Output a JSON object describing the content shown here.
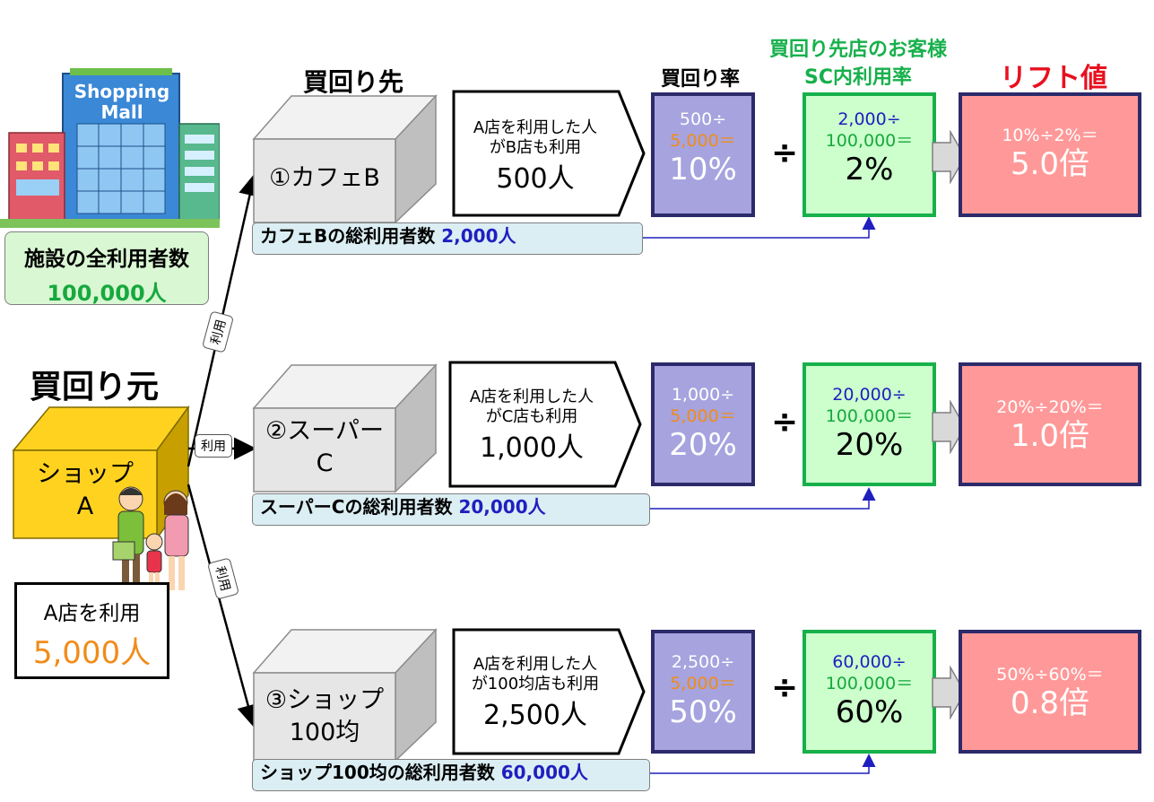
{
  "headers": {
    "destination": "買回り先",
    "buy_rate": "買回り率",
    "sc_rate_line1": "買回り先店のお客様",
    "sc_rate_line2": "SC内利用率",
    "lift": "リフト値",
    "origin": "買回り元"
  },
  "mall": {
    "sign_line1": "Shopping",
    "sign_line2": "Mall",
    "total_label": "施設の全利用者数",
    "total_value": "100,000人"
  },
  "origin_shop": {
    "label_line1": "ショップ",
    "label_line2": "A",
    "users_label": "A店を利用",
    "users_value": "5,000人"
  },
  "use_label": "利用",
  "rows": [
    {
      "dest_line1": "①カフェB",
      "dest_line2": "",
      "cross_line1": "A店を利用した人",
      "cross_line2": "がB店も利用",
      "cross_value": "500人",
      "total_label": "カフェBの総利用者数 ",
      "total_value": "2,000人",
      "rate_num": "500÷",
      "rate_den": "5,000＝",
      "rate_result": "10%",
      "sc_num": "2,000÷",
      "sc_den": "100,000＝",
      "sc_result": "2%",
      "lift_formula": "10%÷2%＝",
      "lift_result": "5.0倍"
    },
    {
      "dest_line1": "②スーパー",
      "dest_line2": "C",
      "cross_line1": "A店を利用した人",
      "cross_line2": "がC店も利用",
      "cross_value": "1,000人",
      "total_label": "スーパーCの総利用者数 ",
      "total_value": "20,000人",
      "rate_num": "1,000÷",
      "rate_den": "5,000＝",
      "rate_result": "20%",
      "sc_num": "20,000÷",
      "sc_den": "100,000＝",
      "sc_result": "20%",
      "lift_formula": "20%÷20%＝",
      "lift_result": "1.0倍"
    },
    {
      "dest_line1": "③ショップ",
      "dest_line2": "100均",
      "cross_line1": "A店を利用した人",
      "cross_line2": "が100均店も利用",
      "cross_value": "2,500人",
      "total_label": "ショップ100均の総利用者数 ",
      "total_value": "60,000人",
      "rate_num": "2,500÷",
      "rate_den": "5,000＝",
      "rate_result": "50%",
      "sc_num": "60,000÷",
      "sc_den": "100,000＝",
      "sc_result": "60%",
      "lift_formula": "50%÷60%＝",
      "lift_result": "0.8倍"
    }
  ],
  "divide_sign": "÷",
  "colors": {
    "purple_fill": "#a6a3df",
    "green_fill": "#ccffcc",
    "pink_fill": "#ff9999",
    "lift_header": "#e8101f",
    "sc_header": "#17b04b",
    "origin_cube": "#ffd21f"
  }
}
